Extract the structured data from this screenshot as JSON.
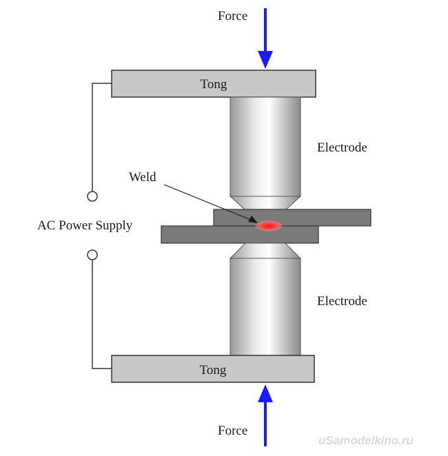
{
  "labels": {
    "force_top": "Force",
    "force_bottom": "Force",
    "tong_top": "Tong",
    "tong_bottom": "Tong",
    "electrode_top": "Electrode",
    "electrode_bottom": "Electrode",
    "weld": "Weld",
    "power_supply": "AC Power Supply"
  },
  "watermark": "uSamodelkino.ru",
  "colors": {
    "arrow": "#1a1aff",
    "plate": "#7a7a7a",
    "tong": "#c8c8c8",
    "weld_spot": "#ff2a2a"
  },
  "icons": {
    "arrow": "down-arrow-icon",
    "terminal": "terminal-circle-icon"
  }
}
